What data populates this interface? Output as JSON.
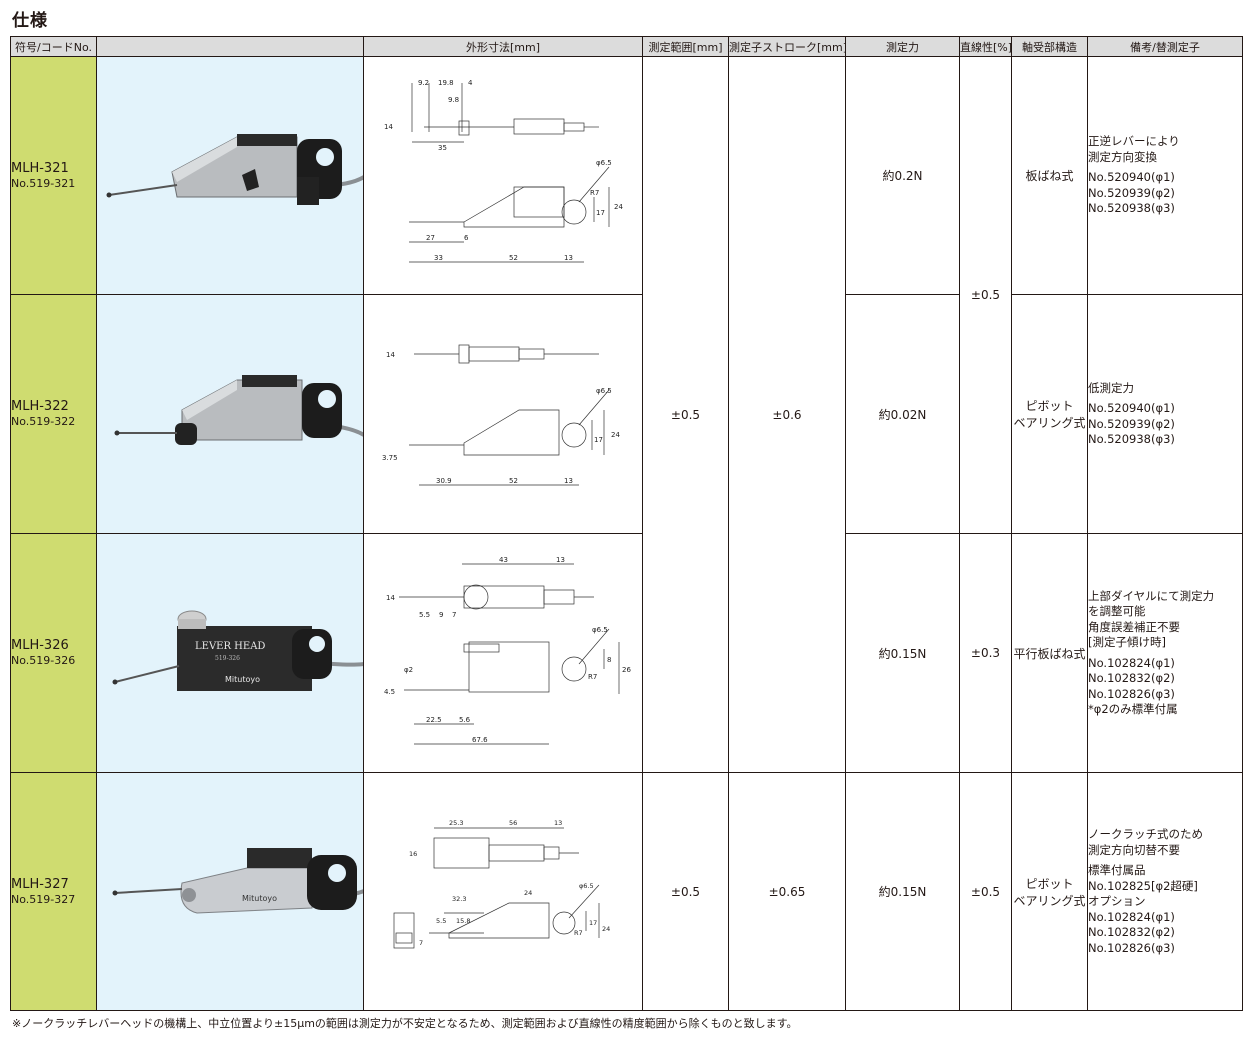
{
  "title": "仕様",
  "headers": {
    "code": "符号/コードNo.",
    "photo": "",
    "dims": "外形寸法[mm]",
    "range": "測定範囲[mm]",
    "stroke": "測定子ストローク[mm]",
    "force": "測定力",
    "linearity": "直線性[%]",
    "bearing": "軸受部構造",
    "notes": "備考/替測定子"
  },
  "rows": [
    {
      "model": "MLH-321",
      "code": "No.519-321",
      "force": "約0.2N",
      "bearing": [
        "板ばね式"
      ],
      "notes": [
        [
          "正逆レバーにより",
          "測定方向変換"
        ],
        [
          "No.520940(φ1)",
          "No.520939(φ2)",
          "No.520938(φ3)"
        ]
      ],
      "dims": {
        "a": "9.2",
        "b": "19.8",
        "c": "4",
        "d": "9.8",
        "e": "14",
        "f": "35",
        "g": "27",
        "h": "6",
        "i": "33",
        "j": "52",
        "k": "13",
        "l": "17",
        "m": "24",
        "phi": "φ6.5",
        "r": "R7"
      }
    },
    {
      "model": "MLH-322",
      "code": "No.519-322",
      "force": "約0.02N",
      "bearing": [
        "ピボット",
        "ベアリング式"
      ],
      "notes": [
        [
          "低測定力"
        ],
        [
          "No.520940(φ1)",
          "No.520939(φ2)",
          "No.520938(φ3)"
        ]
      ],
      "dims": {
        "a": "14",
        "b": "3.75",
        "c": "30.9",
        "d": "52",
        "e": "13",
        "f": "17",
        "g": "24",
        "phi": "φ6.5"
      }
    },
    {
      "model": "MLH-326",
      "code": "No.519-326",
      "force": "約0.15N",
      "linearity": "±0.3",
      "bearing": [
        "平行板ばね式"
      ],
      "notes": [
        [
          "上部ダイヤルにて測定力",
          "を調整可能",
          "角度誤差補正不要",
          "[測定子傾け時]"
        ],
        [
          "No.102824(φ1)",
          "No.102832(φ2)",
          "No.102826(φ3)",
          "*φ2のみ標準付属"
        ]
      ],
      "dims": {
        "a": "43",
        "b": "13",
        "c": "14",
        "d": "5.5",
        "e": "9",
        "f": "7",
        "g": "φ2",
        "h": "4.5",
        "i": "22.5",
        "j": "5.6",
        "k": "67.6",
        "l": "8",
        "m": "26",
        "phi": "φ6.5",
        "r": "R7"
      }
    },
    {
      "model": "MLH-327",
      "code": "No.519-327",
      "range": "±0.5",
      "stroke": "±0.65",
      "force": "約0.15N",
      "linearity": "±0.5",
      "bearing": [
        "ピボット",
        "ベアリング式"
      ],
      "notes": [
        [
          "ノークラッチ式のため",
          "測定方向切替不要"
        ],
        [
          "標準付属品",
          "No.102825[φ2超硬]",
          "オプション",
          "No.102824(φ1)",
          "No.102832(φ2)",
          "No.102826(φ3)"
        ]
      ],
      "dims": {
        "a": "25.3",
        "b": "56",
        "c": "13",
        "d": "16",
        "e": "32.3",
        "f": "24",
        "g": "5.5",
        "h": "15.8",
        "i": "7",
        "j": "17",
        "k": "24",
        "phi": "φ6.5",
        "r": "R7"
      }
    }
  ],
  "shared": {
    "range": "±0.5",
    "stroke": "±0.6",
    "linearity": "±0.5"
  },
  "photos": [
    {
      "icon": "lever-head-photo"
    },
    {
      "icon": "lever-head-photo"
    },
    {
      "icon": "lever-head-photo",
      "label": "LEVER HEAD",
      "sub": "519-326",
      "brand": "Mitutoyo"
    },
    {
      "icon": "lever-head-photo",
      "brand": "Mitutoyo"
    }
  ],
  "footnote": "※ノークラッチレバーヘッドの機構上、中立位置より±15μmの範囲は測定力が不安定となるため、測定範囲および直線性の精度範囲から除くものと致します。",
  "colors": {
    "code_bg": "#cfdc70",
    "photo_bg": "#e3f3fb",
    "header_bg": "#dcdcdc"
  }
}
